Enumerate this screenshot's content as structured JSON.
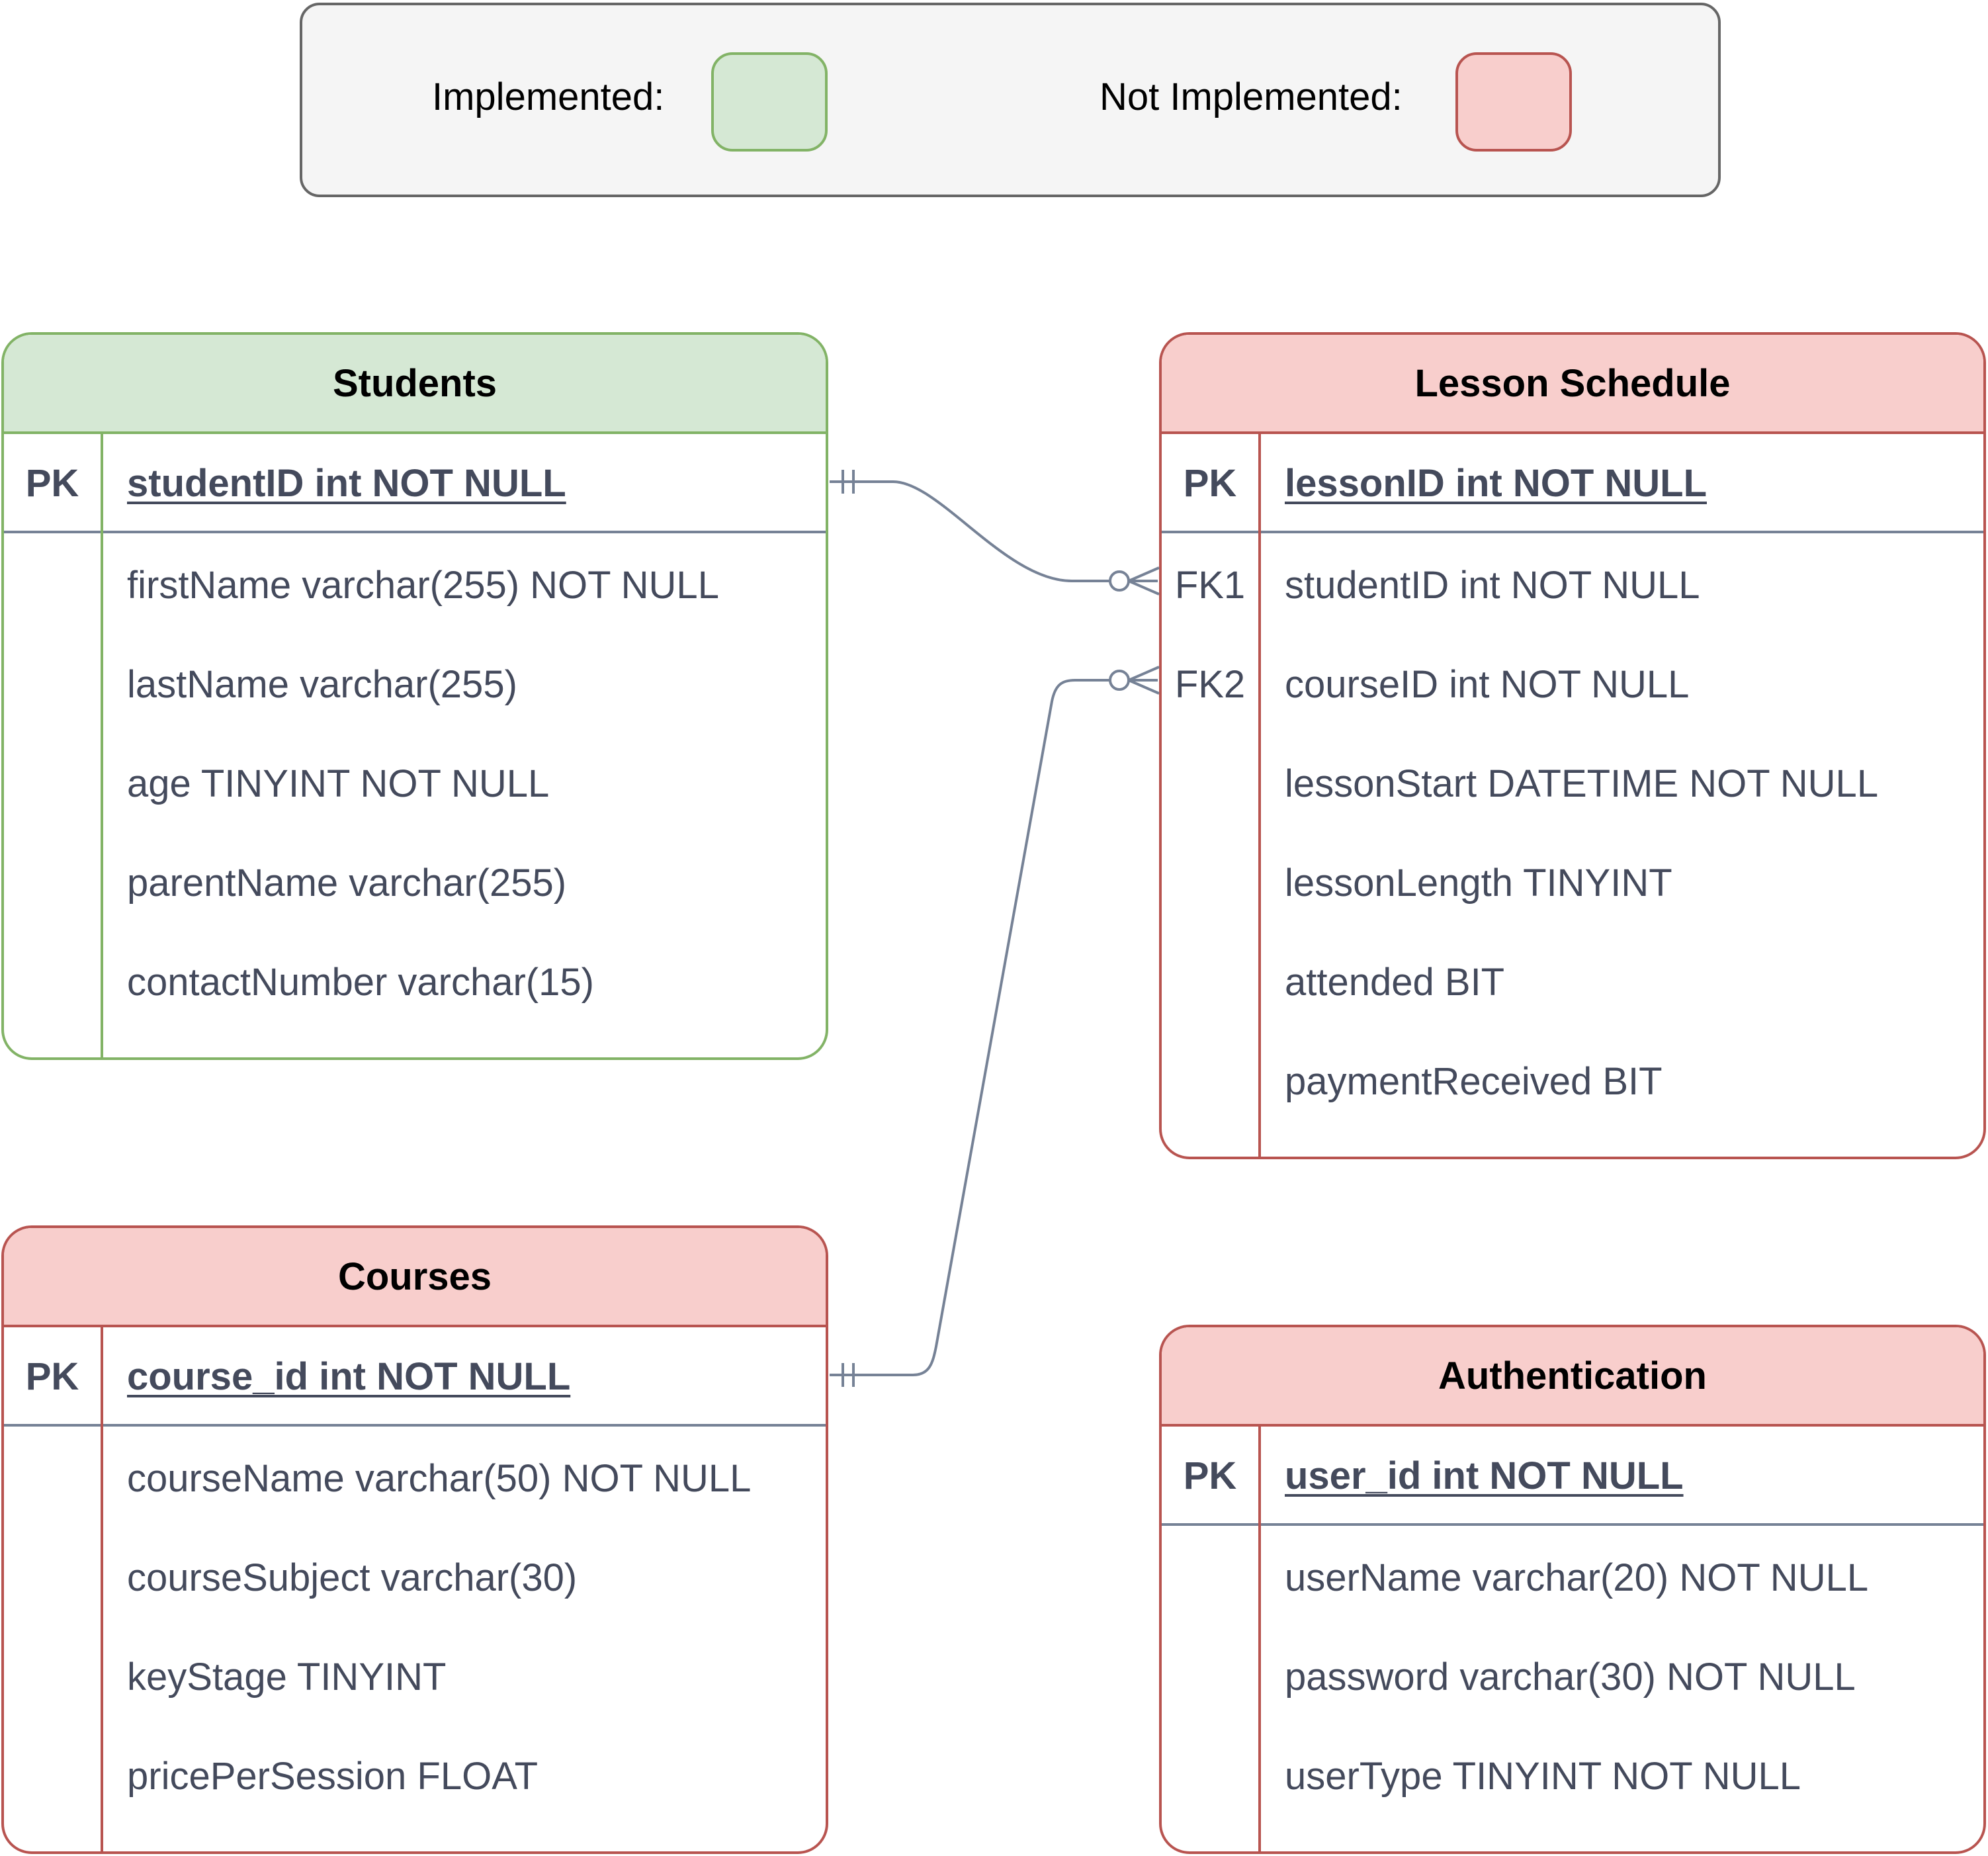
{
  "legend": {
    "implemented_label": "Implemented:",
    "not_implemented_label": "Not Implemented:",
    "implemented_color": "#d5e8d4",
    "implemented_border": "#82b366",
    "not_implemented_color": "#f8cecc",
    "not_implemented_border": "#b85450"
  },
  "entities": {
    "students": {
      "title": "Students",
      "status": "implemented",
      "pk_key": "PK",
      "pk_field": "studentID int NOT NULL",
      "fields": [
        {
          "key": "",
          "text": "firstName varchar(255) NOT NULL"
        },
        {
          "key": "",
          "text": "lastName varchar(255)"
        },
        {
          "key": "",
          "text": "age TINYINT NOT NULL"
        },
        {
          "key": "",
          "text": "parentName varchar(255)"
        },
        {
          "key": "",
          "text": "contactNumber varchar(15)"
        }
      ]
    },
    "lesson_schedule": {
      "title": "Lesson Schedule",
      "status": "not_implemented",
      "pk_key": "PK",
      "pk_field": "lessonID int NOT NULL",
      "fields": [
        {
          "key": "FK1",
          "text": "studentID int NOT NULL"
        },
        {
          "key": "FK2",
          "text": "courseID int NOT NULL"
        },
        {
          "key": "",
          "text": "lessonStart DATETIME NOT NULL"
        },
        {
          "key": "",
          "text": "lessonLength TINYINT"
        },
        {
          "key": "",
          "text": "attended BIT"
        },
        {
          "key": "",
          "text": "paymentReceived BIT"
        }
      ]
    },
    "courses": {
      "title": "Courses",
      "status": "not_implemented",
      "pk_key": "PK",
      "pk_field": "course_id int NOT NULL",
      "fields": [
        {
          "key": "",
          "text": "courseName varchar(50) NOT NULL"
        },
        {
          "key": "",
          "text": "courseSubject varchar(30)"
        },
        {
          "key": "",
          "text": "keyStage TINYINT"
        },
        {
          "key": "",
          "text": "pricePerSession FLOAT"
        }
      ]
    },
    "authentication": {
      "title": "Authentication",
      "status": "not_implemented",
      "pk_key": "PK",
      "pk_field": "user_id int NOT NULL",
      "fields": [
        {
          "key": "",
          "text": "userName varchar(20) NOT NULL"
        },
        {
          "key": "",
          "text": "password varchar(30) NOT NULL"
        },
        {
          "key": "",
          "text": "userType TINYINT NOT NULL"
        }
      ]
    }
  },
  "relationships": [
    {
      "from": "Students.studentID",
      "to": "Lesson Schedule.studentID",
      "from_cardinality": "one-and-only-one",
      "to_cardinality": "zero-or-many"
    },
    {
      "from": "Courses.course_id",
      "to": "Lesson Schedule.courseID",
      "from_cardinality": "one-and-only-one",
      "to_cardinality": "zero-or-many"
    }
  ],
  "colors": {
    "line": "#768296",
    "text": "#444a5c"
  }
}
